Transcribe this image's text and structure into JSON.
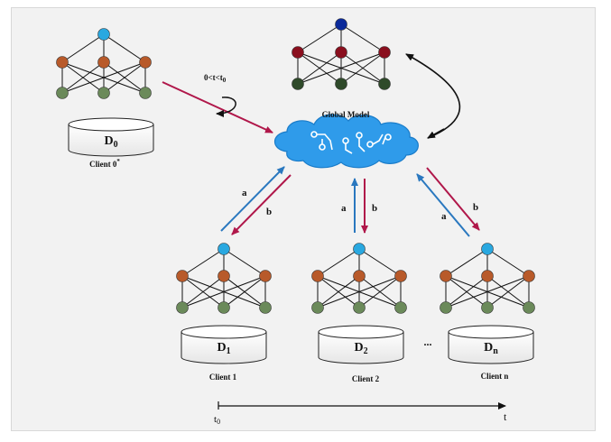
{
  "global_model": {
    "label": "Global Model"
  },
  "client0": {
    "dataset_main": "D",
    "dataset_sub": "0",
    "label": "Client 0",
    "label_mark": "*",
    "time_range_label": "0<t<t",
    "time_range_sub": "0"
  },
  "clients": [
    {
      "dataset_main": "D",
      "dataset_sub": "1",
      "label": "Client 1",
      "up_label": "a",
      "down_label": "b"
    },
    {
      "dataset_main": "D",
      "dataset_sub": "2",
      "label": "Client 2",
      "up_label": "a",
      "down_label": "b"
    },
    {
      "dataset_main": "D",
      "dataset_sub": "n",
      "label": "Client n",
      "up_label": "a",
      "down_label": "b"
    }
  ],
  "ellipsis": "...",
  "timeline": {
    "start_main": "t",
    "start_sub": "0",
    "end": "t"
  },
  "colors": {
    "neuron_top_client": "#29a8e0",
    "neuron_mid_client": "#b85a2a",
    "neuron_bottom_client": "#6b8a5a",
    "neuron_top_global": "#0b2a9a",
    "neuron_mid_global": "#8a0f1e",
    "neuron_bottom_global": "#2f4a2a",
    "arrow_up": "#2a78bf",
    "arrow_down": "#b0174a",
    "cloud": "#2f9bea"
  }
}
